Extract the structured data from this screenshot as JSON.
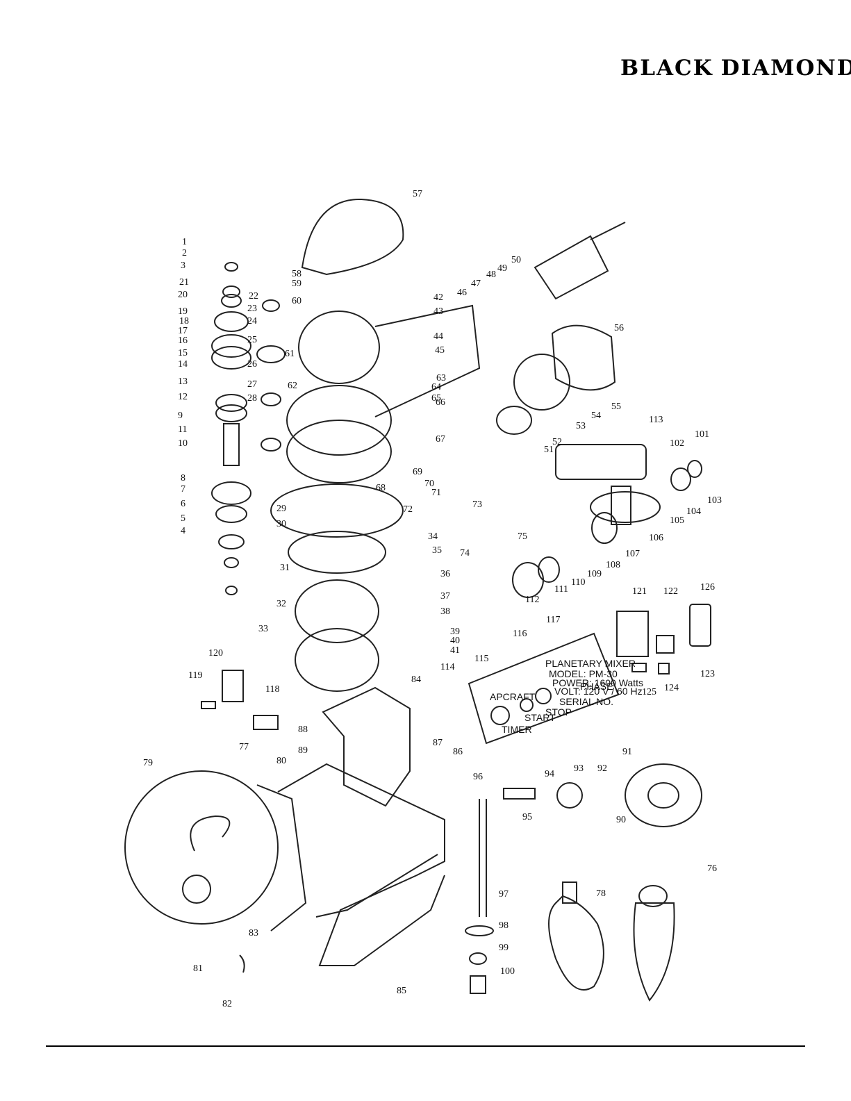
{
  "brand": {
    "left": "BLACK",
    "right": "DIAMOND",
    "accent": "#c8102e"
  },
  "plate": {
    "logo": "APCRAFT",
    "title": "PLANETARY MIXER",
    "model": "MODEL: PM-30",
    "power": "POWER: 1600 Watts",
    "volt": "VOLT: 120 V / 60 Hz",
    "phase": "PHASE",
    "serial": "SERIAL NO.",
    "timer": "TIMER",
    "start": "START",
    "stop": "STOP"
  },
  "part_numbers": [
    "1",
    "2",
    "3",
    "4",
    "5",
    "6",
    "7",
    "8",
    "9",
    "10",
    "11",
    "12",
    "13",
    "14",
    "15",
    "16",
    "17",
    "18",
    "19",
    "20",
    "21",
    "22",
    "23",
    "24",
    "25",
    "26",
    "27",
    "28",
    "29",
    "30",
    "31",
    "32",
    "33",
    "34",
    "35",
    "36",
    "37",
    "38",
    "39",
    "40",
    "41",
    "42",
    "43",
    "44",
    "45",
    "46",
    "47",
    "48",
    "49",
    "50",
    "51",
    "52",
    "53",
    "54",
    "55",
    "56",
    "57",
    "58",
    "59",
    "60",
    "61",
    "62",
    "63",
    "64",
    "65",
    "66",
    "67",
    "68",
    "69",
    "70",
    "71",
    "72",
    "73",
    "74",
    "75",
    "76",
    "77",
    "78",
    "79",
    "80",
    "81",
    "82",
    "83",
    "84",
    "85",
    "86",
    "87",
    "88",
    "89",
    "90",
    "91",
    "92",
    "93",
    "94",
    "95",
    "96",
    "97",
    "98",
    "99",
    "100",
    "101",
    "102",
    "103",
    "104",
    "105",
    "106",
    "107",
    "108",
    "109",
    "110",
    "111",
    "112",
    "113",
    "114",
    "115",
    "116",
    "117",
    "118",
    "119",
    "120",
    "121",
    "122",
    "123",
    "124",
    "125",
    "126"
  ]
}
